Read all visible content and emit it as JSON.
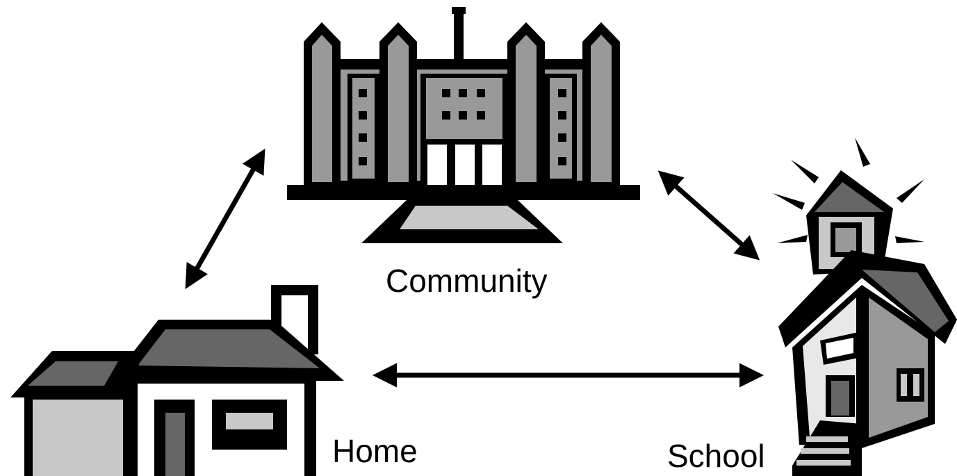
{
  "diagram": {
    "nodes": [
      {
        "id": "community",
        "label": "Community",
        "icon": "government-building-icon"
      },
      {
        "id": "home",
        "label": "Home",
        "icon": "house-icon"
      },
      {
        "id": "school",
        "label": "School",
        "icon": "schoolhouse-icon"
      }
    ],
    "edges": [
      {
        "from": "home",
        "to": "community",
        "direction": "both"
      },
      {
        "from": "community",
        "to": "school",
        "direction": "both"
      },
      {
        "from": "home",
        "to": "school",
        "direction": "both"
      }
    ],
    "colors": {
      "outline": "#000000",
      "light_gray": "#c8c8c8",
      "mid_gray": "#999999",
      "dark_gray": "#666666",
      "white": "#ffffff"
    }
  }
}
